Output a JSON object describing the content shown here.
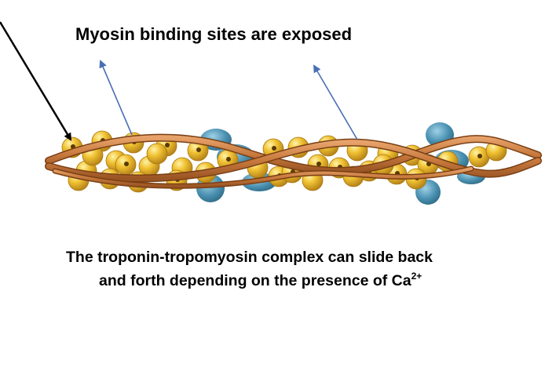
{
  "title": "Myosin binding sites are exposed",
  "caption": {
    "line1": "The troponin-tropomyosin complex can slide back",
    "line2": "and forth depending on the presence of Ca",
    "superscript": "2+"
  },
  "colors": {
    "actin_bead": "#e8b72a",
    "actin_bead_dark": "#c5901a",
    "tropomyosin": "#c87a3e",
    "tropomyosin_dark": "#9a5524",
    "troponin": "#4a90b0",
    "pointer_arrow": "#000000",
    "site_arrow": "#4a6fb3"
  }
}
